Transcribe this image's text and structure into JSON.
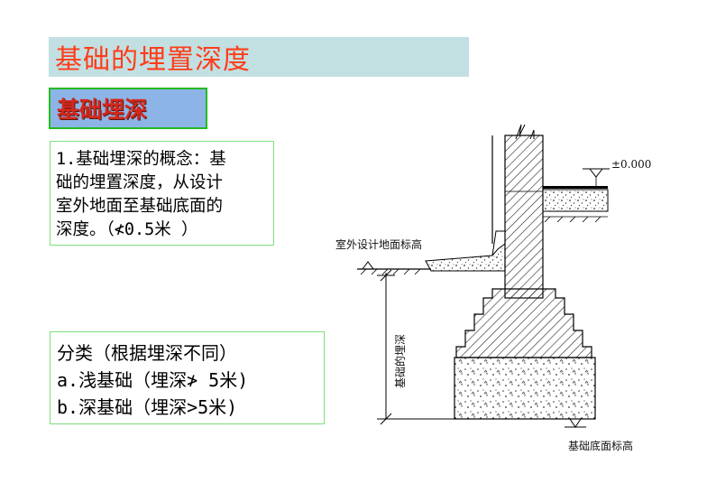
{
  "title": "基础的埋置深度",
  "subtitle": "基础埋深",
  "concept": {
    "text": "1.基础埋深的概念：基\n础的埋置深度，从设计\n室外地面至基础底面的\n深度。（≮0.5米 ）"
  },
  "classification": {
    "heading": "分类（根据埋深不同）",
    "shallow": "a.浅基础（埋深≯ 5米)",
    "deep": "b.深基础（埋深>5米)"
  },
  "diagram": {
    "elevation_label": "±0.000",
    "outdoor_label": "室外设计地面标高",
    "depth_label": "基础的埋深",
    "bottom_label": "基础底面标高"
  },
  "colors": {
    "title_bar": "#c2e0e2",
    "title_text": "#ff3d1a",
    "subtitle_bg": "#8db4e6",
    "subtitle_text": "#d4281c",
    "box_border": "#7ce07c"
  }
}
